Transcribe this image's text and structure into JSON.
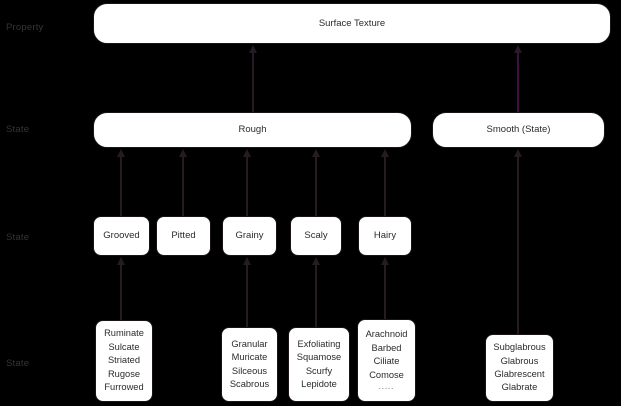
{
  "diagram": {
    "title_node": {
      "label": "Surface Texture"
    },
    "row_labels": [
      {
        "label": "Property"
      },
      {
        "label": "State"
      },
      {
        "label": "State"
      },
      {
        "label": "State"
      }
    ],
    "level2": [
      {
        "label": "Rough"
      },
      {
        "label": "Smooth (State)"
      }
    ],
    "level3": [
      {
        "label": "Grooved"
      },
      {
        "label": "Pitted"
      },
      {
        "label": "Grainy"
      },
      {
        "label": "Scaly"
      },
      {
        "label": "Hairy"
      }
    ],
    "level4": [
      {
        "name": "grooved-terms",
        "terms": [
          "Ruminate",
          "Sulcate",
          "Striated",
          "Rugose",
          "Furrowed"
        ]
      },
      {
        "name": "grainy-terms",
        "terms": [
          "Granular",
          "Muricate",
          "Silceous",
          "Scabrous"
        ]
      },
      {
        "name": "scaly-terms",
        "terms": [
          "Exfoliating",
          "Squamose",
          "Scurfy",
          "Lepidote"
        ]
      },
      {
        "name": "hairy-terms",
        "terms": [
          "Arachnoid",
          "Barbed",
          "Ciliate",
          "Comose",
          "....."
        ]
      },
      {
        "name": "smooth-terms",
        "terms": [
          "Subglabrous",
          "Glabrous",
          "Glabrescent",
          "Glabrate"
        ]
      }
    ],
    "colors": {
      "background": "#000000",
      "node_fill": "#ffffff",
      "node_stroke": "#1a1418",
      "arrow": "#241c22",
      "arrow_accent": "#3d1040",
      "label_text": "#3a3238",
      "node_text": "#2b2b2b"
    }
  }
}
